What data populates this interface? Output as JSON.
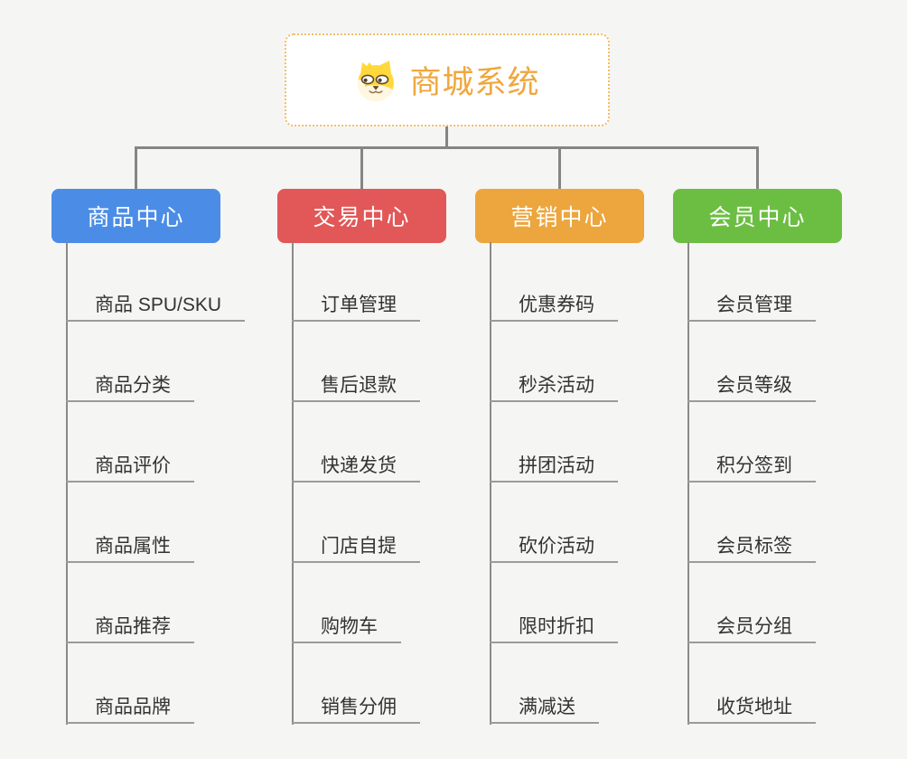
{
  "page": {
    "background": "#f5f5f4"
  },
  "root": {
    "title": "商城系统",
    "icon": "doge-face-icon",
    "title_color": "#f0a73e",
    "border_color": "#f3bd64"
  },
  "connector_color": "#858585",
  "branches": [
    {
      "label": "商品中心",
      "color": "#4b8de6",
      "children": [
        "商品 SPU/SKU",
        "商品分类",
        "商品评价",
        "商品属性",
        "商品推荐",
        "商品品牌"
      ]
    },
    {
      "label": "交易中心",
      "color": "#e25757",
      "children": [
        "订单管理",
        "售后退款",
        "快递发货",
        "门店自提",
        "购物车",
        "销售分佣"
      ]
    },
    {
      "label": "营销中心",
      "color": "#eca63d",
      "children": [
        "优惠券码",
        "秒杀活动",
        "拼团活动",
        "砍价活动",
        "限时折扣",
        "满减送"
      ]
    },
    {
      "label": "会员中心",
      "color": "#6cbe43",
      "children": [
        "会员管理",
        "会员等级",
        "积分签到",
        "会员标签",
        "会员分组",
        "收货地址"
      ]
    }
  ]
}
